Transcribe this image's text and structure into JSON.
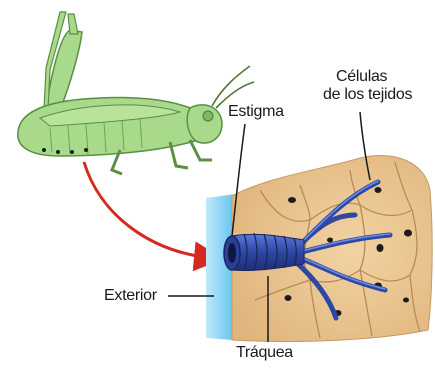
{
  "labels": {
    "estigma": "Estigma",
    "celulas_line1": "Células",
    "celulas_line2": "de los tejidos",
    "exterior": "Exterior",
    "traquea": "Tráquea"
  },
  "colors": {
    "insect_body": "#a9d98a",
    "insect_outline": "#5a8f44",
    "tissue": "#e9c592",
    "tissue_cell_walls": "#c49a62",
    "trachea": "#3a55b8",
    "exterior_edge": "#7fd0f0",
    "arrow": "#d42a20",
    "cell_nucleus": "#1c1c1c"
  }
}
